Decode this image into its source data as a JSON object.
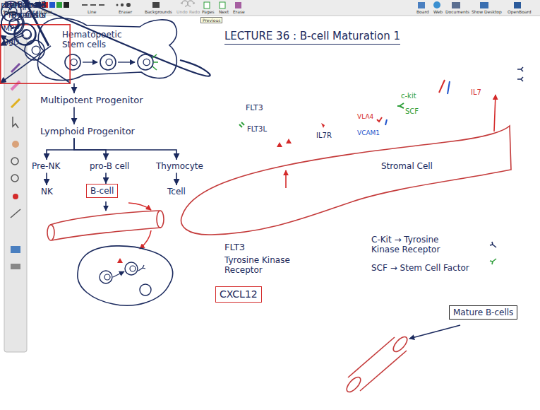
{
  "diagram": {
    "title": "LECTURE 36 : B-cell Maturation 1",
    "nodes": [
      {
        "text": [
          "Hematopoetic Stem cells"
        ]
      },
      {
        "text": [
          "Multipotent Progenitor"
        ]
      },
      {
        "text": [
          "Lymphoid Progenitor"
        ]
      },
      {
        "text": [
          "Pre-NK"
        ]
      },
      {
        "text": [
          "pro-B cell"
        ]
      },
      {
        "text": [
          "Thymocyte"
        ]
      },
      {
        "text": [
          "NK"
        ]
      },
      {
        "text": [
          "B-cell"
        ]
      },
      {
        "text": [
          "Tcell"
        ]
      },
      {
        "text": [
          "Stromal Cell"
        ]
      },
      {
        "text": [
          "MPP"
        ]
      },
      {
        "text": [
          "Lymphoid Progenitor"
        ]
      },
      {
        "text": [
          "pro-B Cells"
        ]
      },
      {
        "text": [
          "pre-B"
        ]
      },
      {
        "text": [
          "Immature B-cells"
        ]
      },
      {
        "text": [
          "IgM",
          "IgD"
        ]
      },
      {
        "text": [
          "Mature B-cells"
        ]
      },
      {
        "text": [
          "CXCL12"
        ]
      }
    ],
    "edges": [
      {
        "from": 0,
        "to": 1,
        "arrow": "to"
      },
      {
        "from": 1,
        "to": 2,
        "arrow": "to"
      },
      {
        "from": 2,
        "to": 3,
        "arrow": "to"
      },
      {
        "from": 2,
        "to": 4,
        "arrow": "to"
      },
      {
        "from": 2,
        "to": 5,
        "arrow": "to"
      },
      {
        "from": 3,
        "to": 6,
        "arrow": "to"
      },
      {
        "from": 4,
        "to": 7,
        "arrow": "to"
      },
      {
        "from": 5,
        "to": 8,
        "arrow": "to"
      },
      {
        "from": 0,
        "to": 10,
        "arrow": "to"
      },
      {
        "from": 10,
        "to": 11,
        "arrow": "to"
      },
      {
        "from": 11,
        "to": 12,
        "arrow": "to"
      },
      {
        "from": 12,
        "to": 13,
        "arrow": "to"
      },
      {
        "from": 13,
        "to": 14,
        "arrow": "to"
      },
      {
        "from": 14,
        "to": 15,
        "arrow": "to"
      }
    ],
    "labels": [
      "Stylus",
      "Color",
      "Line",
      "Eraser",
      "Backgrounds",
      "Undo",
      "Redo",
      "Pages",
      "Previous",
      "Next",
      "Erase",
      "Board",
      "Web",
      "Documents",
      "Show Desktop",
      "OpenBoard",
      "FLT3",
      "FLT3L",
      "IL7R",
      "c-kit",
      "SCF",
      "VLA4",
      "VCAM1",
      "IL7",
      "FLT3",
      "Tyrosine Kinase Receptor",
      "C-Kit → Tyrosine Kinase Receptor",
      "SCF → Stem Cell Factor"
    ]
  }
}
